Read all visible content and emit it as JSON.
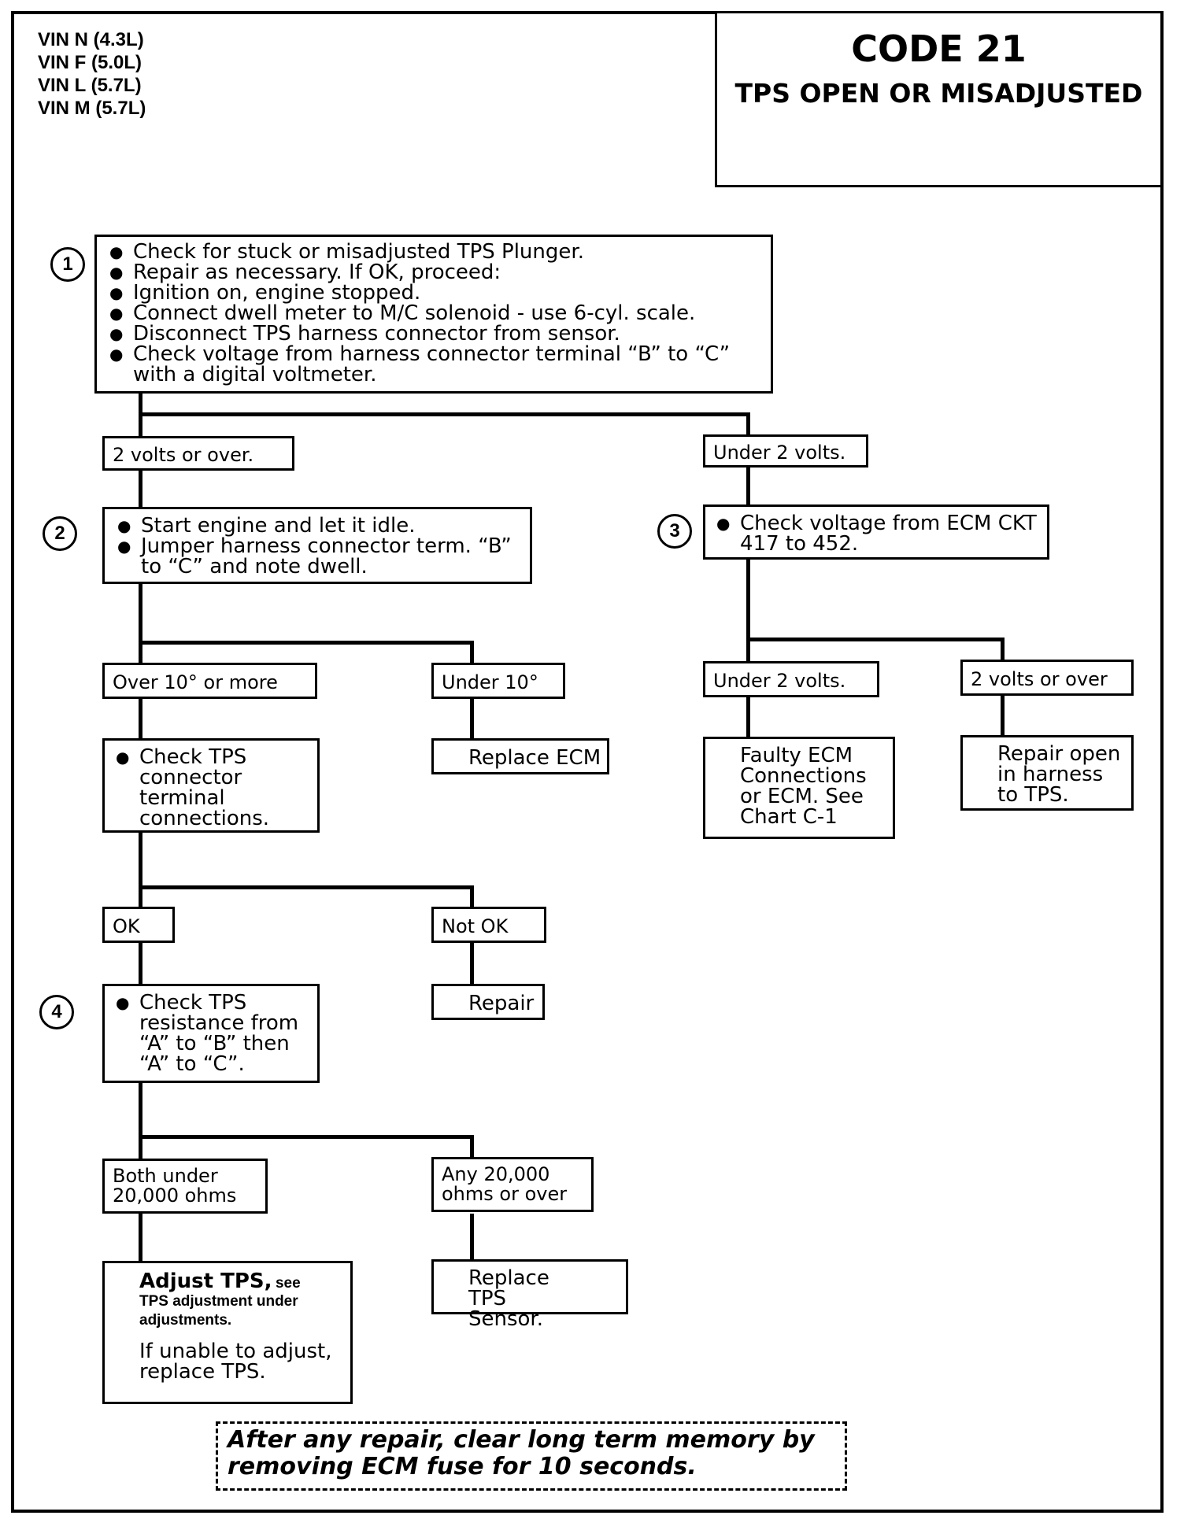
{
  "header": {
    "vin_lines": [
      "VIN N (4.3L)",
      "VIN F (5.0L)",
      "VIN L (5.7L)",
      "VIN M (5.7L)"
    ],
    "code": "CODE 21",
    "title": "TPS OPEN OR MISADJUSTED"
  },
  "steps": {
    "step1": {
      "number": "1",
      "items": [
        "Check for stuck or misadjusted TPS Plunger.",
        "Repair as necessary.  If OK, proceed:",
        "Ignition on, engine stopped.",
        "Connect dwell meter to M/C solenoid - use 6-cyl. scale.",
        "Disconnect TPS harness connector from sensor.",
        "Check voltage from harness connector terminal “B” to “C” with a digital voltmeter."
      ]
    },
    "step2": {
      "number": "2",
      "items": [
        "Start engine and let it idle.",
        "Jumper harness connector term. “B” to “C” and note dwell."
      ]
    },
    "step3": {
      "number": "3",
      "items": [
        "Check voltage from ECM CKT 417 to 452."
      ]
    },
    "step4": {
      "number": "4",
      "items": [
        "Check TPS resistance from “A” to “B” then “A” to “C”."
      ]
    }
  },
  "labels": {
    "two_volts_or_over": "2 volts or over.",
    "under_two_volts": "Under 2 volts.",
    "over_10": "Over 10° or more",
    "under_10": "Under 10°",
    "under_two_volts_b": "Under 2 volts.",
    "two_volts_or_over_b": "2 volts or over",
    "ok": "OK",
    "not_ok": "Not OK",
    "both_under": "Both under 20,000 ohms",
    "any_over": "Any 20,000 ohms or over"
  },
  "actions": {
    "check_tps_connector": "Check TPS connector terminal connections.",
    "replace_ecm": "Replace ECM",
    "faulty_ecm": "Faulty ECM Connections or ECM. See Chart C-1",
    "repair_open": "Repair open in harness to TPS.",
    "repair": "Repair",
    "adjust_tps_title": "Adjust TPS,",
    "adjust_tps_see": "see",
    "adjust_tps_note": "TPS adjustment under adjustments.",
    "adjust_tps_fallback": "If unable to adjust, replace TPS.",
    "replace_tps": "Replace TPS Sensor."
  },
  "footer_note": "After any repair, clear long term memory by removing ECM fuse for 10 seconds."
}
